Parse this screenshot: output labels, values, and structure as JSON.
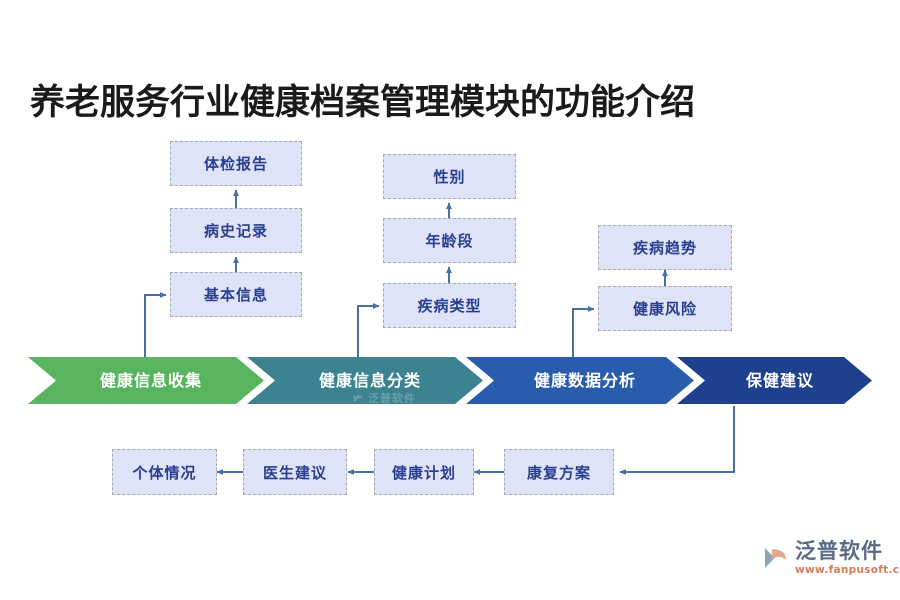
{
  "page": {
    "title": "养老服务行业健康档案管理模块的功能介绍",
    "background": "#ffffff"
  },
  "process": {
    "type": "chevron-flow",
    "steps": [
      {
        "label": "健康信息收集",
        "color": "#58b45e"
      },
      {
        "label": "健康信息分类",
        "color": "#3c8291"
      },
      {
        "label": "健康数据分析",
        "color": "#2a5cad"
      },
      {
        "label": "保健建议",
        "color": "#1f3f8f"
      }
    ]
  },
  "upper_groups": [
    {
      "group": "健康信息收集",
      "nodes": [
        {
          "label": "体检报告"
        },
        {
          "label": "病史记录"
        },
        {
          "label": "基本信息"
        }
      ]
    },
    {
      "group": "健康信息分类",
      "nodes": [
        {
          "label": "性别"
        },
        {
          "label": "年龄段"
        },
        {
          "label": "疾病类型"
        }
      ]
    },
    {
      "group": "健康数据分析",
      "nodes": [
        {
          "label": "疾病趋势"
        },
        {
          "label": "健康风险"
        }
      ]
    }
  ],
  "lower_chain": {
    "group": "保健建议",
    "nodes": [
      {
        "label": "个体情况"
      },
      {
        "label": "医生建议"
      },
      {
        "label": "健康计划"
      },
      {
        "label": "康复方案"
      }
    ]
  },
  "branding": {
    "logo_name": "泛普软件",
    "logo_url": "www.fanpusoft.com",
    "watermark_text": "泛普软件"
  },
  "colors": {
    "node_fill": "#dfe3f7",
    "node_border": "#a9a9a9",
    "node_text": "#2a3f8f",
    "connector": "#4a6fa5",
    "title_text": "#1a1a1a"
  }
}
